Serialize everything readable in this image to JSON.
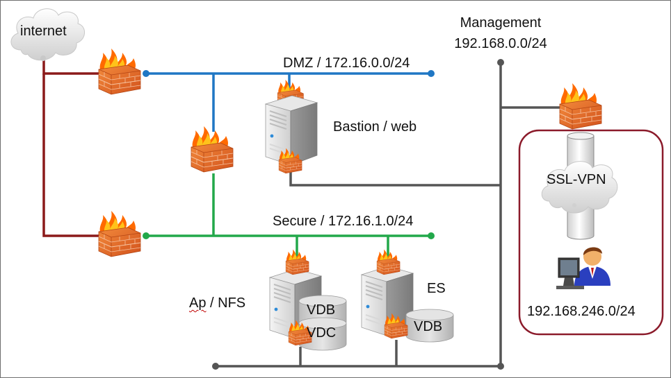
{
  "labels": {
    "internet": "internet",
    "management_title": "Management",
    "management_subnet": "192.168.0.0/24",
    "dmz": "DMZ / 172.16.0.0/24",
    "bastion": "Bastion / web",
    "secure": "Secure / 172.16.1.0/24",
    "ssl_vpn": "SSL-VPN",
    "client_subnet": "192.168.246.0/24",
    "ap_nfs_prefix": "Ap",
    "ap_nfs_suffix": " / NFS",
    "es": "ES",
    "vdb_ap": "VDB",
    "vdc": "VDC",
    "vdb_es": "VDB"
  },
  "colors": {
    "internet_line": "#8b1a1a",
    "dmz_line": "#1f77c4",
    "secure_line": "#22a84a",
    "management_line": "#555555",
    "vpn_border": "#8b1a2a",
    "firewall_brick": "#e2672a",
    "flame": "#ff9c1a"
  },
  "icons": [
    "cloud-icon",
    "firewall-icon",
    "server-icon",
    "database-icon",
    "user-workstation-icon"
  ]
}
